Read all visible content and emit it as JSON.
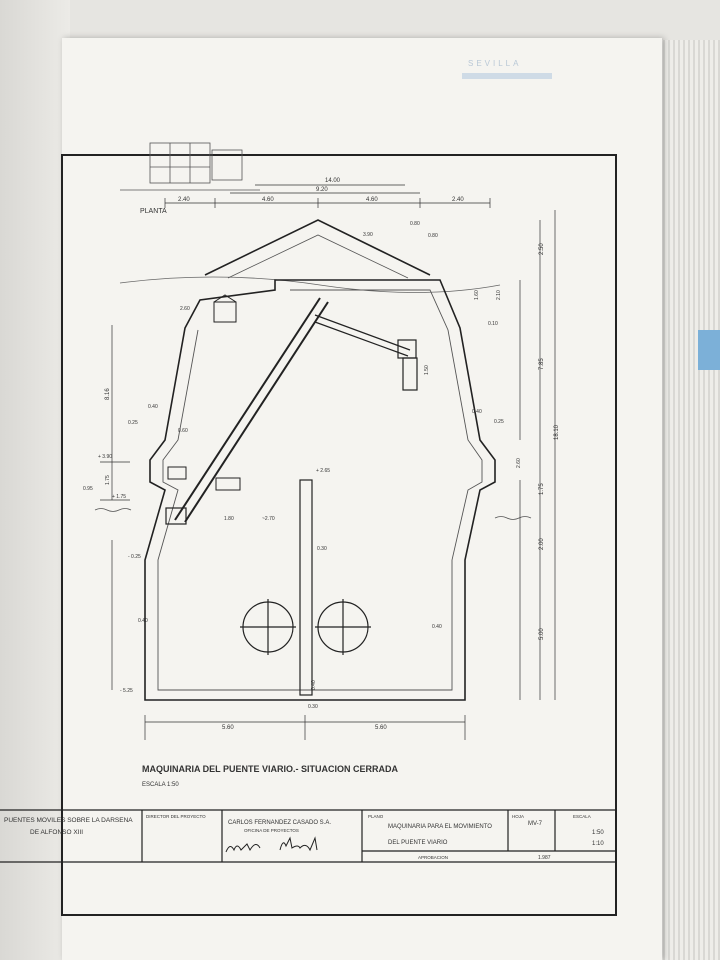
{
  "drawing": {
    "title": "MAQUINARIA DEL PUENTE VIARIO.- SITUACION CERRADA",
    "scale_note": "ESCALA 1:50",
    "view_label": "PLANTA",
    "dimensions": {
      "top_total": "14.00",
      "top_span": "9.20",
      "seg1": "2.40",
      "seg2": "4.60",
      "seg3": "4.60",
      "seg4": "2.40",
      "roof_offset": "3.90",
      "small_a": "0.80",
      "small_b": "0.80",
      "bottom_left": "5.60",
      "bottom_right": "5.60",
      "right_total": "18.10",
      "right_upper": "2.50",
      "right_mid": "7.85",
      "right_low1": "1.75",
      "right_low2": "2.00",
      "right_low3": "5.00",
      "left_main": "8.16",
      "left_a": "1.75",
      "left_b": "0.95",
      "level_1": "+ 3.90",
      "level_2": "+ 1.75",
      "level_3": "+ 2.65",
      "level_4": "- 0.25",
      "level_5": "- 5.25",
      "wall_a": "0.40",
      "wall_b": "0.40",
      "wall_c": "0.40",
      "wall_d": "0.40",
      "wall_e": "0.30",
      "wall_f": "0.30",
      "wall_g": "0.40",
      "inner_a": "1.80",
      "inner_b": "~2.70",
      "inner_c": "0.25",
      "inner_d": "2.60",
      "r1": "1.60",
      "r2": "2.10",
      "r3": "0.10",
      "r4": "1.50",
      "l1": "0.60",
      "l2": "0.25",
      "l3": "2.60"
    }
  },
  "title_block": {
    "project": "PUENTES MOVILES SOBRE LA DARSENA",
    "project_line2": "DE ALFONSO XIII",
    "director_label": "DIRECTOR DEL PROYECTO",
    "firm": "CARLOS FERNANDEZ CASADO S.A.",
    "office": "OFICINA DE PROYECTOS",
    "plan_label": "PLANO",
    "plan_title_1": "MAQUINARIA PARA EL MOVIMIENTO",
    "plan_title_2": "DEL PUENTE VIARIO",
    "sheet_label": "HOJA",
    "sheet_value": "MV-7",
    "scale_label": "ESCALA",
    "scale_1": "1:50",
    "scale_2": "1:10",
    "approval_label": "APROBACION",
    "year": "1.987"
  },
  "logo_text": "SEVILLA"
}
